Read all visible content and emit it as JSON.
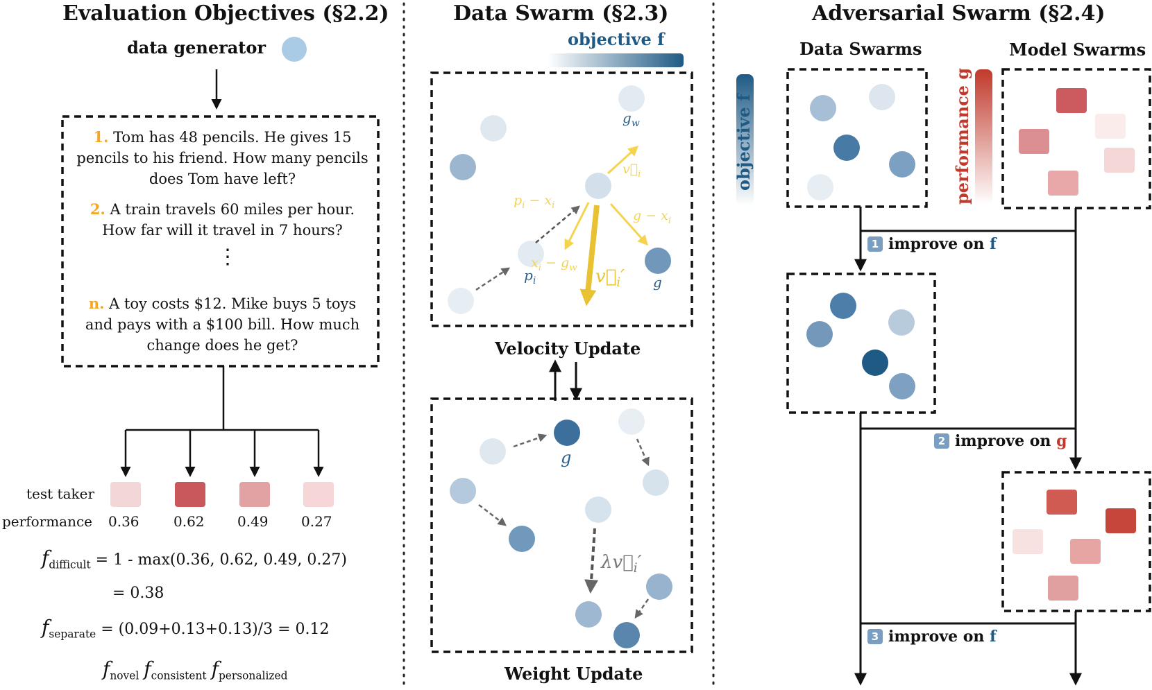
{
  "sections": {
    "eval_title": "Evaluation Objectives (§2.2)",
    "data_swarm_title": "Data Swarm (§2.3)",
    "adv_title": "Adversarial Swarm (§2.4)"
  },
  "eval": {
    "generator_label": "data generator",
    "questions": [
      {
        "num": "1.",
        "text": "Tom has 48 pencils. He gives 15 pencils to his friend. How many pencils does Tom have left?"
      },
      {
        "num": "2.",
        "text": "A train travels 60 miles per hour. How far will it travel in 7 hours?"
      },
      {
        "num": "n.",
        "text": "A toy costs $12. Mike buys 5 toys and pays with a $100 bill. How much change does he get?"
      }
    ],
    "ellipsis": "⋮",
    "test_taker_label": "test taker",
    "performance_label": "performance",
    "performances": [
      "0.36",
      "0.62",
      "0.49",
      "0.27"
    ],
    "perf_colors": [
      "#f3d6d8",
      "#c9585c",
      "#e2a2a4",
      "#f6d6d6"
    ],
    "f_symbol": "f",
    "f_difficult_sub": "difficult",
    "f_difficult_expr": "= 1 - max(0.36, 0.62, 0.49, 0.27)",
    "f_difficult_result": "= 0.38",
    "f_separate_sub": "separate",
    "f_separate_expr": "= (0.09+0.13+0.13)/3 = 0.12",
    "f_novel_sub": "novel",
    "f_consistent_sub": "consistent",
    "f_personalized_sub": "personalized"
  },
  "data_swarm": {
    "objective_label": "objective f",
    "velocity_label": "Velocity Update",
    "weight_label": "Weight Update",
    "labels": {
      "gw": "g",
      "gw_sub": "w",
      "vi": "v⃗",
      "vi_sub": "i",
      "pi_minus_xi": "p",
      "pi_minus_xi_rest": " − x",
      "g_minus_xi": "g − x",
      "xi_minus_gw": "x",
      "xi_minus_gw_rest": " − g",
      "pi": "p",
      "pi_sub": "i",
      "g": "g",
      "vi_prime": "v⃗",
      "vi_prime_sub": "i",
      "prime": "′",
      "lambda_v": "λv⃗",
      "g2": "g"
    }
  },
  "adversarial": {
    "data_swarms_label": "Data Swarms",
    "model_swarms_label": "Model Swarms",
    "objective_label": "objective f",
    "performance_label": "performance g",
    "steps": [
      {
        "badge": "1",
        "text": "improve on ",
        "target": "f"
      },
      {
        "badge": "2",
        "text": "improve on ",
        "target": "g"
      },
      {
        "badge": "3",
        "text": "improve on ",
        "target": "f"
      }
    ]
  },
  "colors": {
    "blue_dark": "#1f5a85",
    "red_dark": "#c0392b",
    "yellow": "#f2c94c",
    "orange_num": "#f5a623"
  }
}
